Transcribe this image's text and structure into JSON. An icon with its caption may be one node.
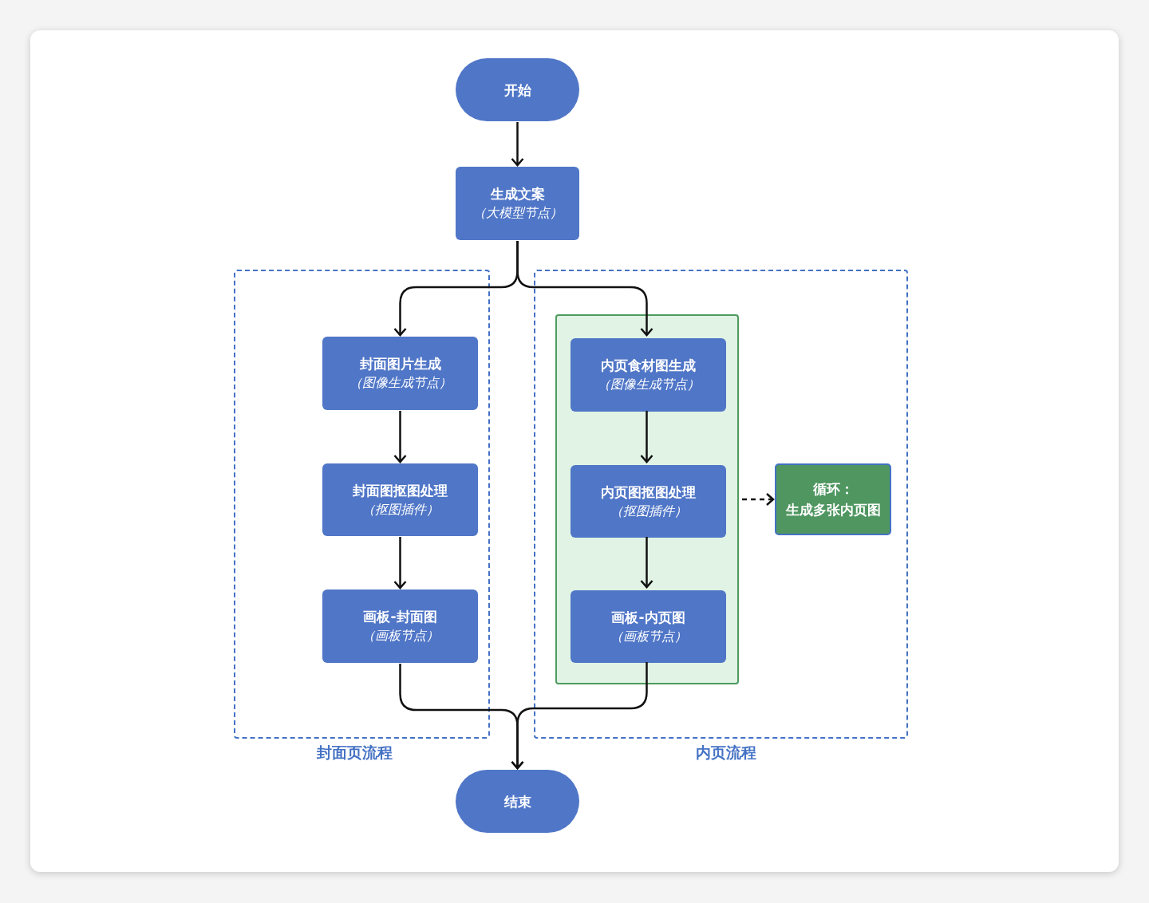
{
  "diagram": {
    "nodes": [
      {
        "text": [
          "开始"
        ]
      },
      {
        "text": [
          "生成文案",
          "（大模型节点）"
        ]
      },
      {
        "text": [
          "封面页流程"
        ]
      },
      {
        "text": [
          "封面图片生成",
          "（图像生成节点）"
        ],
        "in": 2
      },
      {
        "text": [
          "封面图抠图处理",
          "（抠图插件）"
        ],
        "in": 2
      },
      {
        "text": [
          "画板-封面图",
          "（画板节点）"
        ],
        "in": 2
      },
      {
        "text": [
          "内页流程"
        ]
      },
      {
        "text": [],
        "shape": "box",
        "in": 6
      },
      {
        "text": [
          "内页食材图生成",
          "（图像生成节点）"
        ],
        "in": 7
      },
      {
        "text": [
          "内页图抠图处理",
          "（抠图插件）"
        ],
        "in": 7
      },
      {
        "text": [
          "画板-内页图",
          "（画板节点）"
        ],
        "in": 7
      },
      {
        "text": [
          "循环：生成多张内页图"
        ],
        "in": 6
      },
      {
        "text": [
          "结束"
        ]
      }
    ],
    "edges": [
      {
        "from": 0,
        "to": 1,
        "arrow": "to"
      },
      {
        "from": 1,
        "to": 3,
        "arrow": "to"
      },
      {
        "from": 1,
        "to": 8,
        "arrow": "to"
      },
      {
        "from": 3,
        "to": 4,
        "arrow": "to"
      },
      {
        "from": 4,
        "to": 5,
        "arrow": "to"
      },
      {
        "from": 8,
        "to": 9,
        "arrow": "to"
      },
      {
        "from": 9,
        "to": 10,
        "arrow": "to"
      },
      {
        "from": 5,
        "to": 12,
        "arrow": "to"
      },
      {
        "from": 10,
        "to": 12,
        "arrow": "to"
      },
      {
        "from": 7,
        "to": 11,
        "arrow": "to",
        "style": "dashed"
      }
    ]
  }
}
